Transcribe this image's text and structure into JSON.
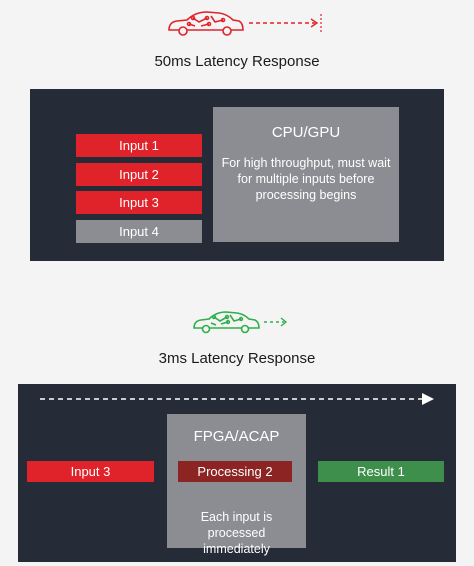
{
  "top": {
    "title": "50ms Latency Response",
    "inputs": [
      "Input 1",
      "Input 2",
      "Input 3",
      "Input 4"
    ],
    "processor_title": "CPU/GPU",
    "processor_text": "For high throughput, must wait for multiple inputs before processing begins"
  },
  "bottom": {
    "title": "3ms Latency Response",
    "input": "Input 3",
    "processor_title": "FPGA/ACAP",
    "processing": "Processing 2",
    "processor_text": "Each input is processed immediately",
    "result": "Result 1"
  },
  "colors": {
    "red": "#e0232b",
    "green": "#2fae4a",
    "panel": "#262b38",
    "gray": "#8b8d93"
  },
  "icons": [
    "car-circuit-icon-red",
    "car-circuit-icon-green",
    "dashed-arrow-icon"
  ]
}
